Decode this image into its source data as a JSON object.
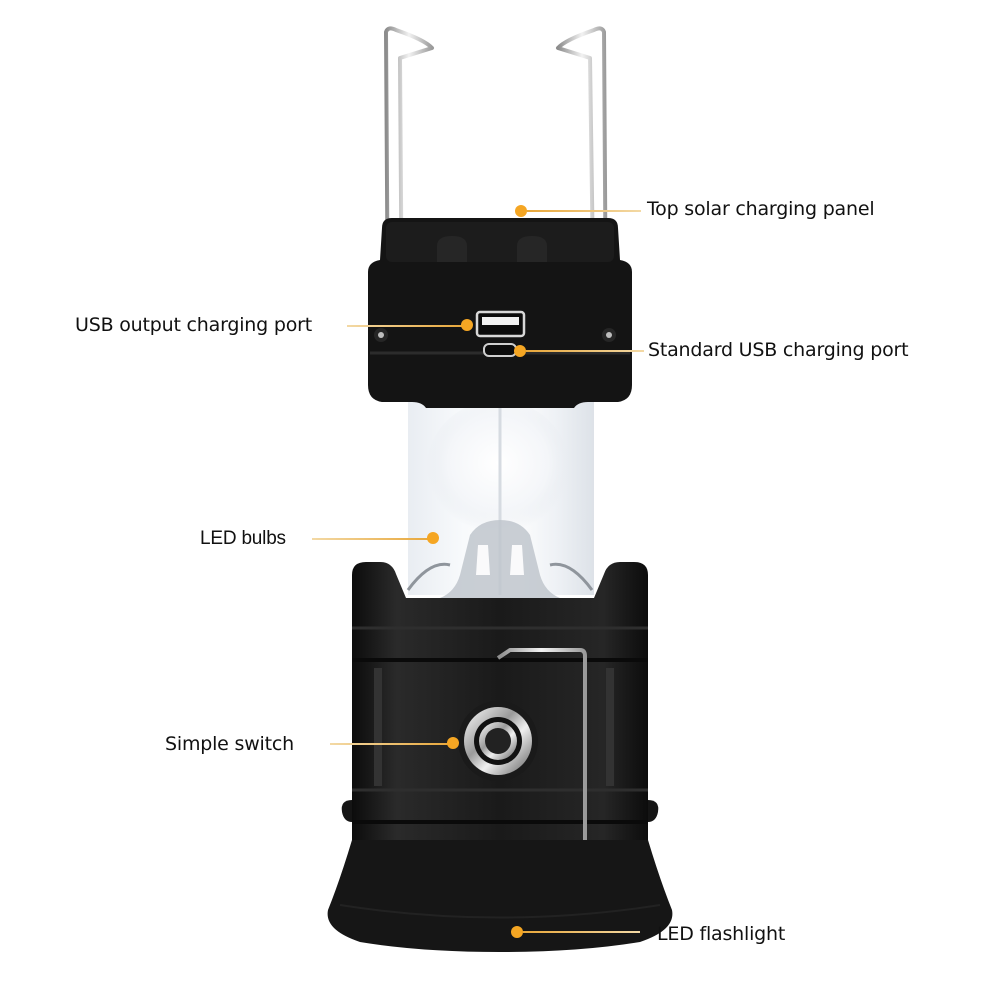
{
  "colors": {
    "accent": "#f5a623",
    "accent_line": "#e8b04a",
    "body": "#151515",
    "background": "#ffffff"
  },
  "product": {
    "name": "solar camping lantern",
    "parts": [
      "folding handles",
      "top cap",
      "light globe",
      "lower body",
      "side switch",
      "base flashlight"
    ]
  },
  "callouts": [
    {
      "id": "top-solar-panel",
      "label": "Top solar charging panel",
      "side": "right"
    },
    {
      "id": "usb-output-port",
      "label": "USB output charging port",
      "side": "left"
    },
    {
      "id": "standard-usb-port",
      "label": "Standard USB charging port",
      "side": "right"
    },
    {
      "id": "led-bulbs",
      "label": "LED bulbs",
      "side": "left"
    },
    {
      "id": "simple-switch",
      "label": "Simple switch",
      "side": "left"
    },
    {
      "id": "led-flashlight",
      "label": "LED flashlight",
      "side": "right"
    }
  ]
}
